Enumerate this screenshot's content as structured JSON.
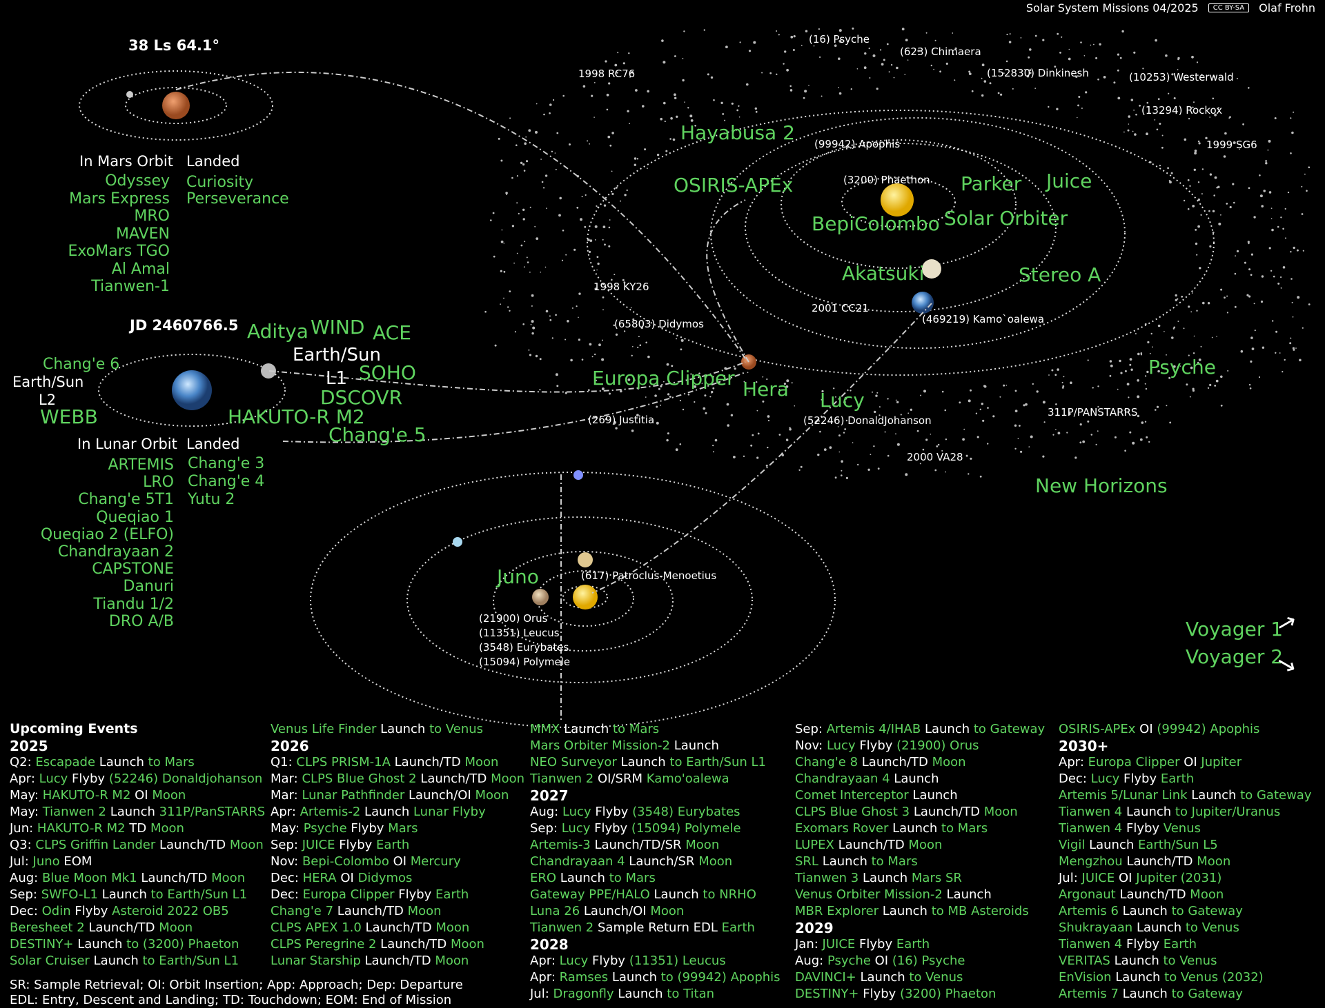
{
  "header": {
    "title": "Solar System Missions 04/2025",
    "license": "CC BY-SA",
    "author": "Olaf Frohn"
  },
  "mars": {
    "date_label": "38 Ls 64.1°",
    "orbit_heading": "In Mars Orbit",
    "landed_heading": "Landed",
    "orbiters": [
      "Odyssey",
      "Mars Express",
      "MRO",
      "MAVEN",
      "ExoMars TGO",
      "Al Amal",
      "Tianwen-1"
    ],
    "landers": [
      "Curiosity",
      "Perseverance"
    ]
  },
  "earth": {
    "date_label": "JD 2460766.5",
    "l2_label": "Earth/Sun\nL2",
    "l1_label_a": "Earth/Sun",
    "l1_label_b": "L1",
    "l2_missions": [
      "Chang'e 6",
      "WEBB"
    ],
    "l1_missions": [
      "Aditya",
      "WIND",
      "ACE",
      "SOHO",
      "DSCOVR"
    ],
    "other": [
      "HAKUTO-R M2",
      "Chang'e 5"
    ],
    "orbit_heading": "In Lunar Orbit",
    "landed_heading": "Landed",
    "lunar_orbiters": [
      "ARTEMIS",
      "LRO",
      "Chang'e 5T1",
      "Queqiao 1",
      "Queqiao 2 (ELFO)",
      "Chandrayaan 2",
      "CAPSTONE",
      "Danuri",
      "Tiandu 1/2",
      "DRO A/B"
    ],
    "lunar_landers": [
      "Chang'e 3",
      "Chang'e 4",
      "Yutu 2"
    ]
  },
  "inner": {
    "missions": [
      "Hayabusa 2",
      "OSIRIS-APEx",
      "Parker",
      "Juice",
      "BepiColombo",
      "Solar Orbiter",
      "Akatsuki",
      "Stereo A",
      "Europa Clipper",
      "Hera",
      "Lucy",
      "Psyche",
      "New Horizons"
    ],
    "asteroids": [
      "(16) Psyche",
      "(623) Chimaera",
      "1998 RC76",
      "(152830) Dinkinesh",
      "(10253) Westerwald",
      "(13294) Rockox",
      "1999 SG6",
      "(99942) Apophis",
      "(3200) Phaethon",
      "1998 KY26",
      "(65803) Didymos",
      "2001 CC21",
      "(469219) Kamo`oalewa",
      "(269) Justitia",
      "(52246) DonaldJohanson",
      "311P/PANSTARRS",
      "2000 VA28"
    ]
  },
  "jupiter": {
    "mission": "Juno",
    "trojans": [
      "(617) Patroclus-Menoetius",
      "(21900) Orus",
      "(11351) Leucus",
      "(3548) Eurybates",
      "(15094) Polymele"
    ]
  },
  "outer": {
    "missions": [
      "Voyager 1",
      "Voyager 2"
    ]
  },
  "events": {
    "heading": "Upcoming Events",
    "columns": [
      [
        {
          "t": "y",
          "text": "2025"
        },
        {
          "d": "Q2:",
          "e": "Escapade",
          "a": "Launch",
          "b": "to Mars"
        },
        {
          "d": "Apr:",
          "e": "Lucy",
          "a": "Flyby",
          "b": "(52246) Donaldjohanson"
        },
        {
          "d": "May:",
          "e": "HAKUTO-R M2",
          "a": "OI",
          "b": "Moon"
        },
        {
          "d": "May:",
          "e": "Tianwen 2",
          "a": "Launch",
          "b": "311P/PanSTARRS"
        },
        {
          "d": "Jun:",
          "e": "HAKUTO-R M2",
          "a": "TD",
          "b": "Moon"
        },
        {
          "d": "Q3:",
          "e": "CLPS Griffin Lander",
          "a": "Launch/TD",
          "b": "Moon"
        },
        {
          "d": "Jul:",
          "e": "Juno",
          "a": "EOM",
          "b": ""
        },
        {
          "d": "Aug:",
          "e": "Blue Moon Mk1",
          "a": "Launch/TD",
          "b": "Moon"
        },
        {
          "d": "Sep:",
          "e": "SWFO-L1",
          "a": "Launch",
          "b": "to Earth/Sun L1"
        },
        {
          "d": "Dec:",
          "e": "Odin",
          "a": "Flyby",
          "b": "Asteroid 2022 OB5"
        },
        {
          "d": "",
          "e": "Beresheet 2",
          "a": "Launch/TD",
          "b": "Moon"
        },
        {
          "d": "",
          "e": "DESTINY+",
          "a": "Launch",
          "b": "to (3200) Phaeton"
        },
        {
          "d": "",
          "e": "Solar Cruiser",
          "a": "Launch",
          "b": "to Earth/Sun L1"
        }
      ],
      [
        {
          "d": "",
          "e": "Venus Life Finder",
          "a": "Launch",
          "b": "to Venus"
        },
        {
          "t": "y",
          "text": "2026"
        },
        {
          "d": "Q1:",
          "e": "CLPS PRISM-1A",
          "a": "Launch/TD",
          "b": "Moon"
        },
        {
          "d": "Mar:",
          "e": "CLPS Blue Ghost 2",
          "a": "Launch/TD",
          "b": "Moon"
        },
        {
          "d": "Mar:",
          "e": "Lunar Pathfinder",
          "a": "Launch/OI",
          "b": "Moon"
        },
        {
          "d": "Apr:",
          "e": "Artemis-2",
          "a": "Launch",
          "b": "Lunar Flyby"
        },
        {
          "d": "May:",
          "e": "Psyche",
          "a": "Flyby",
          "b": "Mars"
        },
        {
          "d": "Sep:",
          "e": "JUICE",
          "a": "Flyby",
          "b": "Earth"
        },
        {
          "d": "Nov:",
          "e": "Bepi-Colombo",
          "a": "OI",
          "b": "Mercury"
        },
        {
          "d": "Dec:",
          "e": "HERA",
          "a": "OI",
          "b": "Didymos"
        },
        {
          "d": "Dec:",
          "e": "Europa Clipper",
          "a": "Flyby",
          "b": "Earth"
        },
        {
          "d": "",
          "e": "Chang'e 7",
          "a": "Launch/TD",
          "b": "Moon"
        },
        {
          "d": "",
          "e": "CLPS APEX 1.0",
          "a": "Launch/TD",
          "b": "Moon"
        },
        {
          "d": "",
          "e": "CLPS Peregrine 2",
          "a": "Launch/TD",
          "b": "Moon"
        },
        {
          "d": "",
          "e": "Lunar Starship",
          "a": "Launch/TD",
          "b": "Moon"
        }
      ],
      [
        {
          "d": "",
          "e": "MMX",
          "a": "Launch",
          "b": "to Mars"
        },
        {
          "d": "",
          "e": "Mars Orbiter Mission-2",
          "a": "Launch",
          "b": ""
        },
        {
          "d": "",
          "e": "NEO Surveyor",
          "a": "Launch",
          "b": "to Earth/Sun L1"
        },
        {
          "d": "",
          "e": "Tianwen 2",
          "a": "OI/SRM",
          "b": "Kamo'oalewa"
        },
        {
          "t": "y",
          "text": "2027"
        },
        {
          "d": "Aug:",
          "e": "Lucy",
          "a": "Flyby",
          "b": "(3548) Eurybates"
        },
        {
          "d": "Sep:",
          "e": "Lucy",
          "a": "Flyby",
          "b": "(15094) Polymele"
        },
        {
          "d": "",
          "e": "Artemis-3",
          "a": "Launch/TD/SR",
          "b": "Moon"
        },
        {
          "d": "",
          "e": "Chandrayaan 4",
          "a": "Launch/SR",
          "b": "Moon"
        },
        {
          "d": "",
          "e": "ERO",
          "a": "Launch",
          "b": "to Mars"
        },
        {
          "d": "",
          "e": "Gateway PPE/HALO",
          "a": "Launch",
          "b": "to NRHO"
        },
        {
          "d": "",
          "e": "Luna 26",
          "a": "Launch/OI",
          "b": "Moon"
        },
        {
          "d": "",
          "e": "Tianwen 2",
          "a": "Sample Return EDL",
          "b": "Earth"
        },
        {
          "t": "y",
          "text": "2028"
        },
        {
          "d": "Apr:",
          "e": "Lucy",
          "a": "Flyby",
          "b": "(11351) Leucus"
        },
        {
          "d": "Apr:",
          "e": "Ramses",
          "a": "Launch",
          "b": "to (99942) Apophis"
        },
        {
          "d": "Jul:",
          "e": "Dragonfly",
          "a": "Launch",
          "b": "to Titan"
        }
      ],
      [
        {
          "d": "Sep:",
          "e": "Artemis 4/IHAB",
          "a": "Launch",
          "b": "to Gateway"
        },
        {
          "d": "Nov:",
          "e": "Lucy",
          "a": "Flyby",
          "b": "(21900) Orus"
        },
        {
          "d": "",
          "e": "Chang'e 8",
          "a": "Launch/TD",
          "b": "Moon"
        },
        {
          "d": "",
          "e": "Chandrayaan 4",
          "a": "Launch",
          "b": ""
        },
        {
          "d": "",
          "e": "Comet Interceptor",
          "a": "Launch",
          "b": ""
        },
        {
          "d": "",
          "e": "CLPS Blue Ghost 3",
          "a": "Launch/TD",
          "b": "Moon"
        },
        {
          "d": "",
          "e": "Exomars Rover",
          "a": "Launch",
          "b": "to Mars"
        },
        {
          "d": "",
          "e": "LUPEX",
          "a": "Launch/TD",
          "b": "Moon"
        },
        {
          "d": "",
          "e": "SRL",
          "a": "Launch",
          "b": "to Mars"
        },
        {
          "d": "",
          "e": "Tianwen 3",
          "a": "Launch",
          "b": "Mars SR"
        },
        {
          "d": "",
          "e": "Venus Orbiter Mission-2",
          "a": "Launch",
          "b": ""
        },
        {
          "d": "",
          "e": "MBR Explorer",
          "a": "Launch",
          "b": "to MB Asteroids"
        },
        {
          "t": "y",
          "text": "2029"
        },
        {
          "d": "Jan:",
          "e": "JUICE",
          "a": "Flyby",
          "b": "Earth"
        },
        {
          "d": "Aug:",
          "e": "Psyche",
          "a": "OI",
          "b": "(16) Psyche"
        },
        {
          "d": "",
          "e": "DAVINCI+",
          "a": "Launch",
          "b": "to Venus"
        },
        {
          "d": "",
          "e": "DESTINY+",
          "a": "Flyby",
          "b": "(3200) Phaeton"
        }
      ],
      [
        {
          "d": "",
          "e": "OSIRIS-APEx",
          "a": "OI",
          "b": "(99942) Apophis"
        },
        {
          "t": "y",
          "text": "2030+"
        },
        {
          "d": "Apr:",
          "e": "Europa Clipper",
          "a": "OI",
          "b": "Jupiter"
        },
        {
          "d": "Dec:",
          "e": "Lucy",
          "a": "Flyby",
          "b": "Earth"
        },
        {
          "d": "",
          "e": "Artemis 5/Lunar Link",
          "a": "Launch",
          "b": "to Gateway"
        },
        {
          "d": "",
          "e": "Tianwen 4",
          "a": "Launch",
          "b": "to Jupiter/Uranus"
        },
        {
          "d": "",
          "e": "Tianwen 4",
          "a": "Flyby",
          "b": "Venus"
        },
        {
          "d": "",
          "e": "Vigil",
          "a": "Launch",
          "b": "Earth/Sun L5"
        },
        {
          "d": "",
          "e": "Mengzhou",
          "a": "Launch/TD",
          "b": "Moon"
        },
        {
          "d": "Jul:",
          "e": "JUICE",
          "a": "OI",
          "b": "Jupiter (2031)"
        },
        {
          "d": "",
          "e": "Argonaut",
          "a": "Launch/TD",
          "b": "Moon"
        },
        {
          "d": "",
          "e": "Artemis 6",
          "a": "Launch",
          "b": "to Gateway"
        },
        {
          "d": "",
          "e": "Shukrayaan",
          "a": "Launch",
          "b": "to Venus"
        },
        {
          "d": "",
          "e": "Tianwen 4",
          "a": "Flyby",
          "b": "Earth"
        },
        {
          "d": "",
          "e": "VERITAS",
          "a": "Launch",
          "b": "to Venus"
        },
        {
          "d": "",
          "e": "EnVision",
          "a": "Launch",
          "b": "to Venus (2032)"
        },
        {
          "d": "",
          "e": "Artemis 7",
          "a": "Launch",
          "b": "to Gateway"
        }
      ]
    ]
  },
  "legend": {
    "line1": "SR: Sample Retrieval; OI: Orbit Insertion; App: Approach; Dep: Departure",
    "line2": "EDL: Entry, Descent and Landing; TD: Touchdown; EOM: End of Mission"
  },
  "colors": {
    "mission": "#5fd35f",
    "text": "#ffffff",
    "background": "#000000",
    "sun": "#f2c200"
  }
}
